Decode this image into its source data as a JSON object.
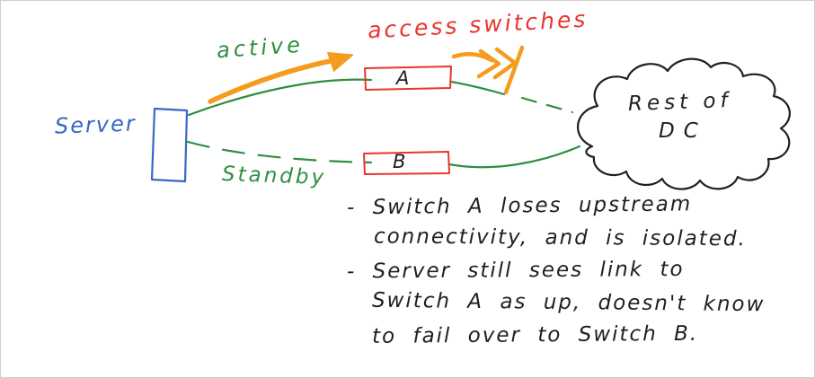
{
  "diagram": {
    "server_label": "Server",
    "active_label": "active",
    "standby_label": "Standby",
    "access_switches_label": "access switches",
    "switch_a_label": "A",
    "switch_b_label": "B",
    "cloud_label_line1": "Rest of",
    "cloud_label_line2": "DC"
  },
  "notes": [
    "- Switch A loses upstream",
    "connectivity, and is isolated.",
    "- Server still sees link to",
    "Switch A as up, doesn't know",
    "to fail over to Switch B."
  ],
  "colors": {
    "server_blue": "#3a66c4",
    "link_green": "#2e8f3e",
    "active_orange": "#f59b1e",
    "switch_red": "#e8362e",
    "ink_black": "#1f1f1f"
  }
}
